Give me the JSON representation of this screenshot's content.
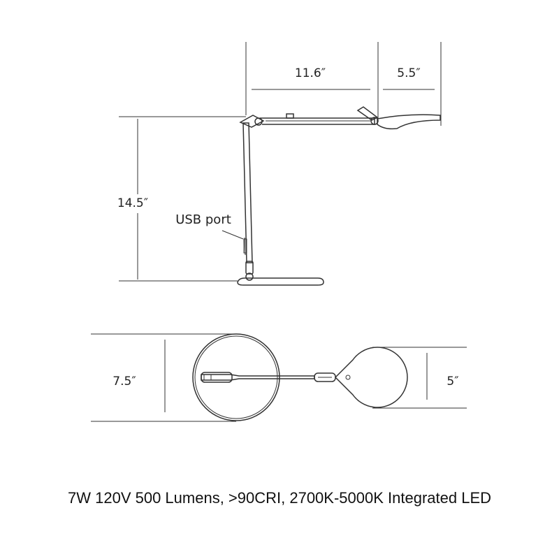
{
  "dimensions": {
    "arm_length": "11.6″",
    "head_length": "5.5″",
    "height": "14.5″",
    "base_diameter": "7.5″",
    "head_diameter": "5″"
  },
  "labels": {
    "usb_port": "USB port"
  },
  "spec_text": "7W 120V 500 Lumens, >90CRI, 2700K-5000K Integrated LED",
  "colors": {
    "line": "#333333",
    "background": "#ffffff"
  }
}
